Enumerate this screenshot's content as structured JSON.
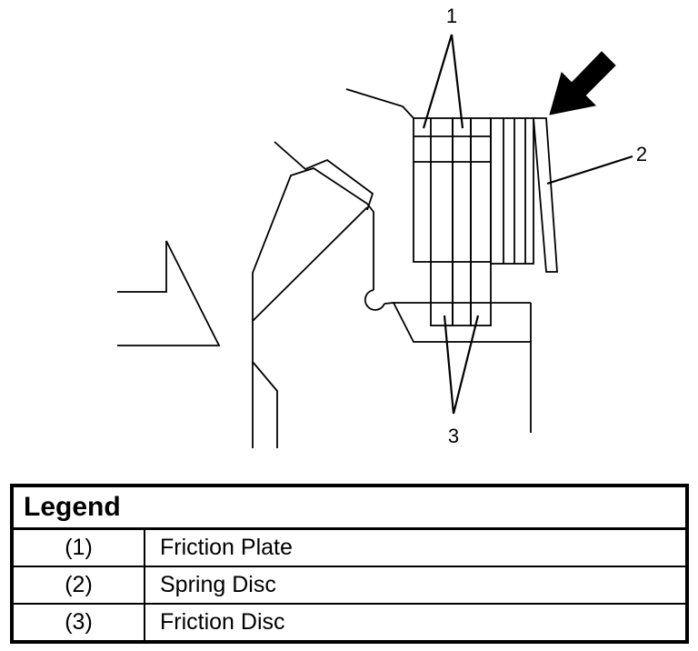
{
  "callouts": [
    {
      "id": "1",
      "text": "1"
    },
    {
      "id": "2",
      "text": "2"
    },
    {
      "id": "3",
      "text": "3"
    }
  ],
  "legend": {
    "title": "Legend",
    "rows": [
      {
        "number": "(1)",
        "label": "Friction Plate"
      },
      {
        "number": "(2)",
        "label": "Spring Disc"
      },
      {
        "number": "(3)",
        "label": "Friction Disc"
      }
    ]
  }
}
